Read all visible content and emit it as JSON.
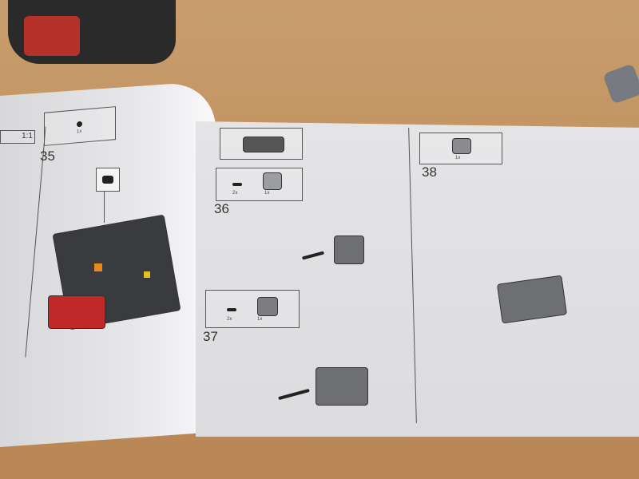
{
  "manual": {
    "scale_label": "1:1",
    "steps": [
      {
        "number": "35",
        "part_qty": "1x"
      },
      {
        "number": "36",
        "parts": [
          {
            "qty": "2x"
          },
          {
            "qty": "1x"
          }
        ]
      },
      {
        "number": "37",
        "parts": [
          {
            "qty": "2x"
          },
          {
            "qty": "1x"
          }
        ]
      },
      {
        "number": "38",
        "part_qty": "1x"
      }
    ]
  },
  "colors": {
    "table": "#c2925f",
    "paper": "#e0e0e2",
    "part_gray": "#6d6f73",
    "accent_red": "#c0282a"
  }
}
